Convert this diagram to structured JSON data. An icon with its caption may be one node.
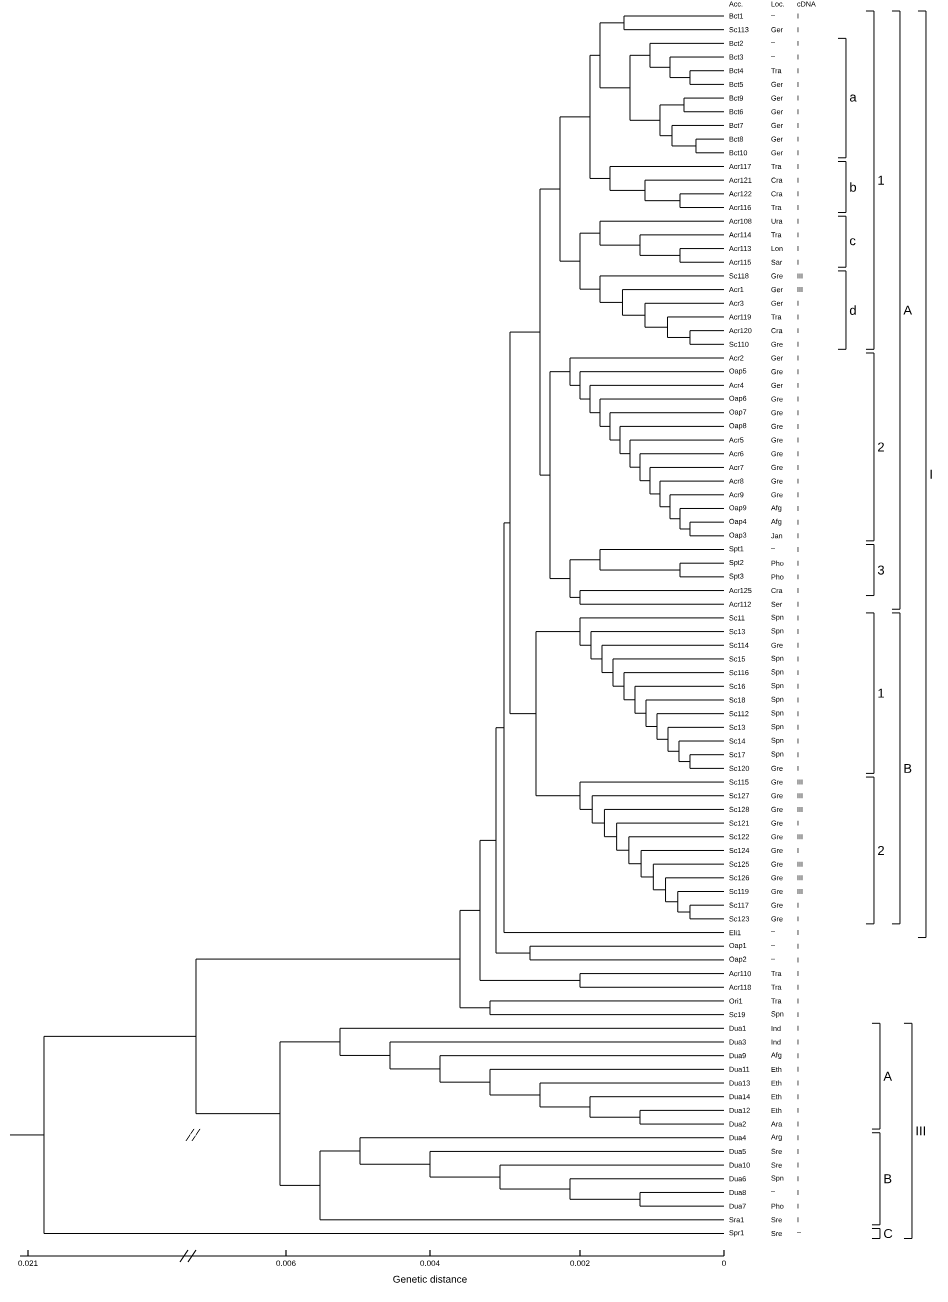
{
  "diagram": {
    "labels": [
      "Acc.",
      "Loc.",
      "cDNA",
      "Bct1",
      "–",
      "I",
      "Sc113",
      "Ger",
      "I",
      "Bct2",
      "–",
      "I",
      "Bct3",
      "–",
      "I",
      "Bct4",
      "Tra",
      "I",
      "Bct5",
      "Ger",
      "I",
      "Bct9",
      "Ger",
      "I",
      "Bct6",
      "Ger",
      "I",
      "Bct7",
      "Ger",
      "I",
      "Bct8",
      "Ger",
      "I",
      "Bct10",
      "Ger",
      "I",
      "Acr117",
      "Tra",
      "I",
      "Acr121",
      "Cra",
      "I",
      "Acr122",
      "Cra",
      "I",
      "Acr116",
      "Tra",
      "I",
      "Acr108",
      "Ura",
      "I",
      "Acr114",
      "Tra",
      "I",
      "Acr113",
      "Lon",
      "I",
      "Acr115",
      "Sar",
      "I",
      "Sc118",
      "Gre",
      "III",
      "Acr1",
      "Ger",
      "III",
      "Acr3",
      "Ger",
      "I",
      "Acr119",
      "Tra",
      "I",
      "Acr120",
      "Cra",
      "I",
      "Sc110",
      "Gre",
      "I",
      "Acr2",
      "Ger",
      "I",
      "Oap5",
      "Gre",
      "I",
      "Acr4",
      "Ger",
      "I",
      "Oap6",
      "Gre",
      "I",
      "Oap7",
      "Gre",
      "I",
      "Oap8",
      "Gre",
      "I",
      "Acr5",
      "Gre",
      "I",
      "Acr6",
      "Gre",
      "I",
      "Acr7",
      "Gre",
      "I",
      "Acr8",
      "Gre",
      "I",
      "Acr9",
      "Gre",
      "I",
      "Oap9",
      "Afg",
      "I",
      "Oap4",
      "Afg",
      "I",
      "Oap3",
      "Jan",
      "I",
      "Spt1",
      "–",
      "I",
      "Spt2",
      "Pho",
      "I",
      "Spt3",
      "Pho",
      "I",
      "Acr125",
      "Cra",
      "I",
      "Acr112",
      "Ser",
      "I",
      "Sc11",
      "Spn",
      "I",
      "Sc13",
      "Spn",
      "I",
      "Sc114",
      "Gre",
      "I",
      "Sc15",
      "Spn",
      "I",
      "Sc116",
      "Spn",
      "I",
      "Sc16",
      "Spn",
      "I",
      "Sc18",
      "Spn",
      "I",
      "Sc112",
      "Spn",
      "I",
      "Sc13",
      "Spn",
      "I",
      "Sc14",
      "Spn",
      "I",
      "Sc17",
      "Spn",
      "I",
      "Sc120",
      "Gre",
      "I",
      "Sc115",
      "Gre",
      "III",
      "Sc127",
      "Gre",
      "III",
      "Sc128",
      "Gre",
      "III",
      "Sc121",
      "Gre",
      "I",
      "Sc122",
      "Gre",
      "III",
      "Sc124",
      "Gre",
      "I",
      "Sc125",
      "Gre",
      "III",
      "Sc126",
      "Gre",
      "III",
      "Sc119",
      "Gre",
      "III",
      "Sc117",
      "Gre",
      "I",
      "Sc123",
      "Gre",
      "I",
      "Eli1",
      "–",
      "I",
      "Oap1",
      "–",
      "I",
      "Oap2",
      "–",
      "I",
      "Acr110",
      "Tra",
      "I",
      "Acr118",
      "Tra",
      "I",
      "Ori1",
      "Tra",
      "I",
      "Sc19",
      "Spn",
      "I",
      "Dua1",
      "Ind",
      "I",
      "Dua3",
      "Ind",
      "I",
      "Dua9",
      "Afg",
      "I",
      "Dua11",
      "Eth",
      "I",
      "Dua13",
      "Eth",
      "I",
      "Dua14",
      "Eth",
      "I",
      "Dua12",
      "Eth",
      "I",
      "Dua2",
      "Ara",
      "I",
      "Dua4",
      "Arg",
      "I",
      "Dua5",
      "Sre",
      "I",
      "Dua10",
      "Sre",
      "I",
      "Dua6",
      "Spn",
      "I",
      "Dua8",
      "–",
      "I",
      "Dua7",
      "Pho",
      "I",
      "Sra1",
      "Sre",
      "I",
      "Spr1",
      "Sre",
      "–",
      "a",
      "b",
      "c",
      "d",
      "1",
      "2",
      "3",
      "A",
      "1",
      "2",
      "B",
      "I",
      "A",
      "B",
      "C",
      "III",
      "0.021",
      "0.006",
      "0.004",
      "0.002",
      "0",
      "Genetic distance"
    ]
  }
}
